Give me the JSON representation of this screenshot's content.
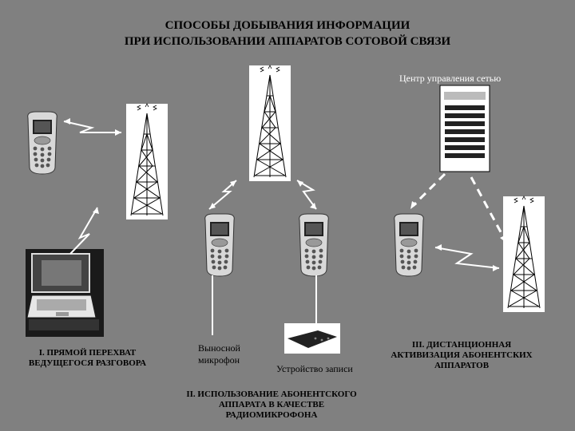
{
  "title": {
    "line1": "СПОСОБЫ ДОБЫВАНИЯ ИНФОРМАЦИИ",
    "line2": "ПРИ ИСПОЛЬЗОВАНИИ АППАРАТОВ СОТОВОЙ СВЯЗИ"
  },
  "control_center": "Центр управления сетью",
  "method1": {
    "line1": "I. ПРЯМОЙ ПЕРЕХВАТ",
    "line2": "ВЕДУЩЕГОСЯ РАЗГОВОРА"
  },
  "method2": {
    "line1": "II. ИСПОЛЬЗОВАНИЕ АБОНЕНТСКОГО",
    "line2": "АППАРАТА В КАЧЕСТВЕ",
    "line3": "РАДИОМИКРОФОНА"
  },
  "method3": {
    "line1": "III. ДИСТАНЦИОННАЯ",
    "line2": "АКТИВИЗАЦИЯ АБОНЕНТСКИХ",
    "line3": "АППАРАТОВ"
  },
  "remote_mic": {
    "line1": "Выносной",
    "line2": "микрофон"
  },
  "recorder": "Устройство записи",
  "colors": {
    "background": "#808080",
    "tower_panel": "#ffffff",
    "text": "#000000"
  }
}
